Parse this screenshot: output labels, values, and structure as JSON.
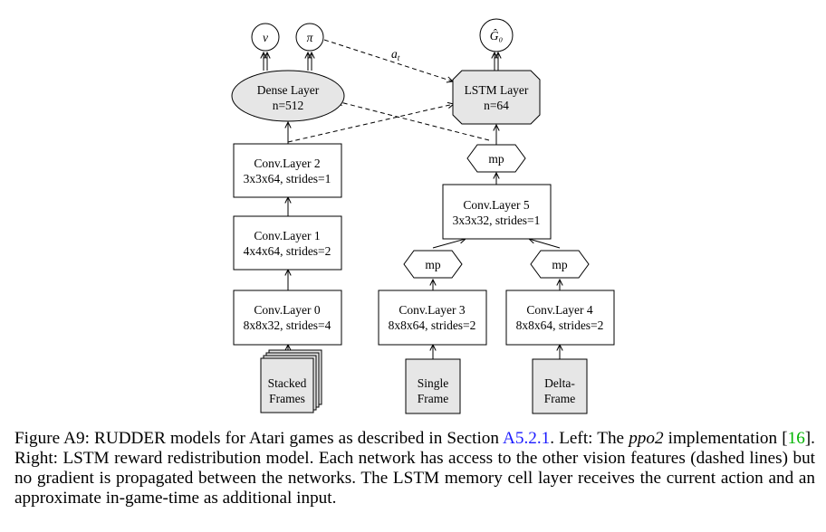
{
  "diagram": {
    "outputs": {
      "value": "v",
      "policy": "π",
      "return_hat": "Ĝ₀"
    },
    "action_edge_label": "a",
    "action_edge_subscript": "t",
    "dense_layer": {
      "name": "Dense Layer",
      "size": "n=512"
    },
    "lstm_layer": {
      "name": "LSTM Layer",
      "size": "n=64"
    },
    "left_branch": {
      "conv2": {
        "name": "Conv.Layer 2",
        "params": "3x3x64, strides=1"
      },
      "conv1": {
        "name": "Conv.Layer 1",
        "params": "4x4x64, strides=2"
      },
      "conv0": {
        "name": "Conv.Layer 0",
        "params": "8x8x32, strides=4"
      },
      "input": {
        "line1": "Stacked",
        "line2": "Frames"
      }
    },
    "right_branch": {
      "mp_label": "mp",
      "conv5": {
        "name": "Conv.Layer 5",
        "params": "3x3x32, strides=1"
      },
      "conv3": {
        "name": "Conv.Layer 3",
        "params": "8x8x64, strides=2"
      },
      "conv4": {
        "name": "Conv.Layer 4",
        "params": "8x8x64, strides=2"
      },
      "input_single": {
        "line1": "Single",
        "line2": "Frame"
      },
      "input_delta": {
        "line1": "Delta-",
        "line2": "Frame"
      }
    }
  },
  "caption": {
    "prefix": "Figure A9: RUDDER models for Atari games as described in Section ",
    "section_ref": "A5.2.1",
    "mid1": ". Left: The ",
    "ppo2": "ppo2",
    "mid2": " implementation [",
    "cite": "16",
    "rest": "]. Right: LSTM reward redistribution model. Each network has access to the other vision features (dashed lines) but no gradient is propagated between the networks. The LSTM memory cell layer receives the current action and an approximate in-game-time as additional input."
  }
}
